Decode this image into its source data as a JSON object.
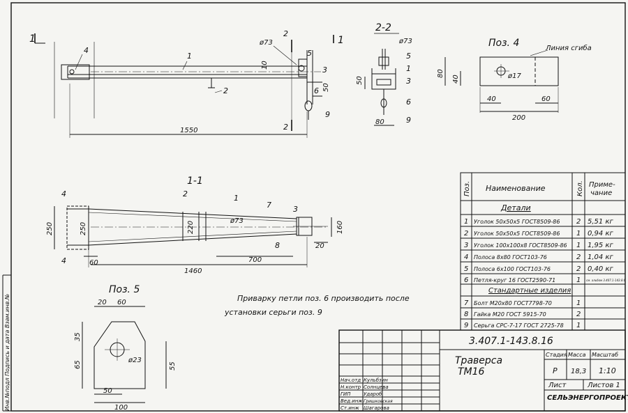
{
  "views": {
    "elevation": {
      "section_mark": "1",
      "cut_mark": "2",
      "callouts": [
        "4",
        "1",
        "2",
        "3",
        "5",
        "6",
        "9"
      ],
      "hole_label": "ø73",
      "dim_length": "1550",
      "dim_10": "10",
      "dim_50": "50"
    },
    "section_22": {
      "title": "2-2",
      "hole_label": "ø73",
      "callouts": [
        "5",
        "1",
        "3",
        "6",
        "9"
      ],
      "dim_50": "50",
      "dim_80": "80"
    },
    "plan_11": {
      "title": "1-1",
      "callouts": [
        "4",
        "2",
        "1",
        "7",
        "3",
        "8",
        "4"
      ],
      "hole_label": "ø73",
      "dim_250a": "250",
      "dim_250b": "250",
      "dim_220": "220",
      "dim_60": "60",
      "dim_700": "700",
      "dim_1460": "1460",
      "dim_160": "160",
      "dim_20": "20"
    },
    "pos4": {
      "title": "Поз. 4",
      "note": "Линия сгиба",
      "hole": "ø17",
      "dim_80": "80",
      "dim_40v": "40",
      "dim_40h": "40",
      "dim_60": "60",
      "dim_200": "200"
    },
    "pos5": {
      "title": "Поз. 5",
      "dim_20": "20",
      "dim_60": "60",
      "dim_35": "35",
      "dim_65": "65",
      "hole": "ø23",
      "dim_55": "55",
      "dim_50": "50",
      "dim_100": "100"
    }
  },
  "note": {
    "line1": "Приварку петли поз. 6 производить после",
    "line2": "установки серьги   поз. 9"
  },
  "spec_table": {
    "headers": {
      "pos": "Поз.",
      "name": "Наименование",
      "qty": "Кол.",
      "note_line1": "Приме-",
      "note_line2": "чание"
    },
    "section_details": "Детали",
    "section_standard": "Стандартные изделия",
    "rows": [
      {
        "pos": "1",
        "name": "Уголок 50х50х5 ГОСТ8509-86",
        "qty": "2",
        "note": "5,51 кг"
      },
      {
        "pos": "2",
        "name": "Уголок 50х50х5 ГОСТ8509-86",
        "qty": "1",
        "note": "0,94 кг"
      },
      {
        "pos": "3",
        "name": "Уголок 100х100х8 ГОСТ8509-86",
        "qty": "1",
        "note": "1,95 кг"
      },
      {
        "pos": "4",
        "name": "Полоса 8х80 ГОСТ103-76",
        "qty": "2",
        "note": "1,04 кг"
      },
      {
        "pos": "5",
        "name": "Полоса 6х100 ГОСТ103-76",
        "qty": "2",
        "note": "0,40 кг"
      },
      {
        "pos": "6",
        "name": "Петля-круг 16 ГОСТ2590-71",
        "qty": "1",
        "note": "см. альбом 3.407.1-143.8.6"
      }
    ],
    "std_rows": [
      {
        "pos": "7",
        "name": "Болт М20х80 ГОСТ7798-70",
        "qty": "1",
        "note": ""
      },
      {
        "pos": "8",
        "name": "Гайка М20 ГОСТ 5915-70",
        "qty": "2",
        "note": ""
      },
      {
        "pos": "9",
        "name": "Серьга СРС-7-17 ГОСТ 2725-78",
        "qty": "1",
        "note": ""
      }
    ]
  },
  "title_block": {
    "doc_number": "3.407.1-143.8.16",
    "name_line1": "Траверса",
    "name_line2": "ТМ16",
    "stage_label": "Стадия",
    "mass_label": "Масса",
    "scale_label": "Масштаб",
    "stage": "Р",
    "mass": "18,3",
    "scale": "1:10",
    "sheet_label": "Лист",
    "sheets_label": "Листов 1",
    "org": "СЕЛЬЭНЕРГОПРОЕКТ",
    "signatures": [
      {
        "role": "Нач.отд",
        "name": "Кульбзин"
      },
      {
        "role": "Н.контр",
        "name": "Солнцева"
      },
      {
        "role": "ГИП",
        "name": "Удароб"
      },
      {
        "role": "Вед.инж",
        "name": "Гришковская"
      },
      {
        "role": "Ст.инж",
        "name": "Шагарова"
      }
    ]
  },
  "side_stamp": "Инв.№подл  Подпись и дата  Взам.инв.№"
}
